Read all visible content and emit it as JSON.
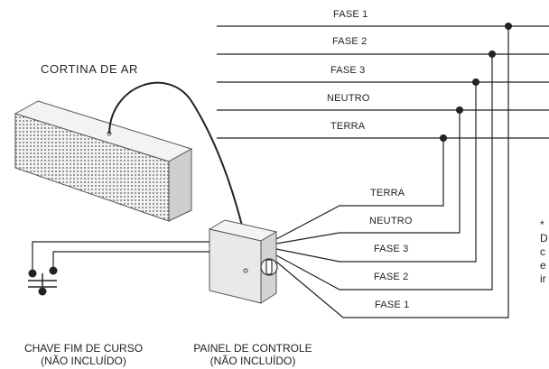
{
  "title": "CORTINA DE AR",
  "bus_labels": [
    "FASE 1",
    "FASE 2",
    "FASE 3",
    "NEUTRO",
    "TERRA"
  ],
  "panel_labels": [
    "TERRA",
    "NEUTRO",
    "FASE 3",
    "FASE 2",
    "FASE 1"
  ],
  "switch_caption": {
    "line1": "CHAVE FIM DE CURSO",
    "line2": "(NÃO INCLUÍDO)"
  },
  "panel_caption": {
    "line1": "PAINEL DE CONTROLE",
    "line2": "(NÃO INCLUÍDO)"
  },
  "note_lines": [
    "*",
    "D",
    "c",
    "e",
    "ir"
  ],
  "colors": {
    "line": "#222222",
    "box_face": "#e9e9e9",
    "box_side": "#cfcfcf",
    "box_top": "#f4f4f4"
  }
}
